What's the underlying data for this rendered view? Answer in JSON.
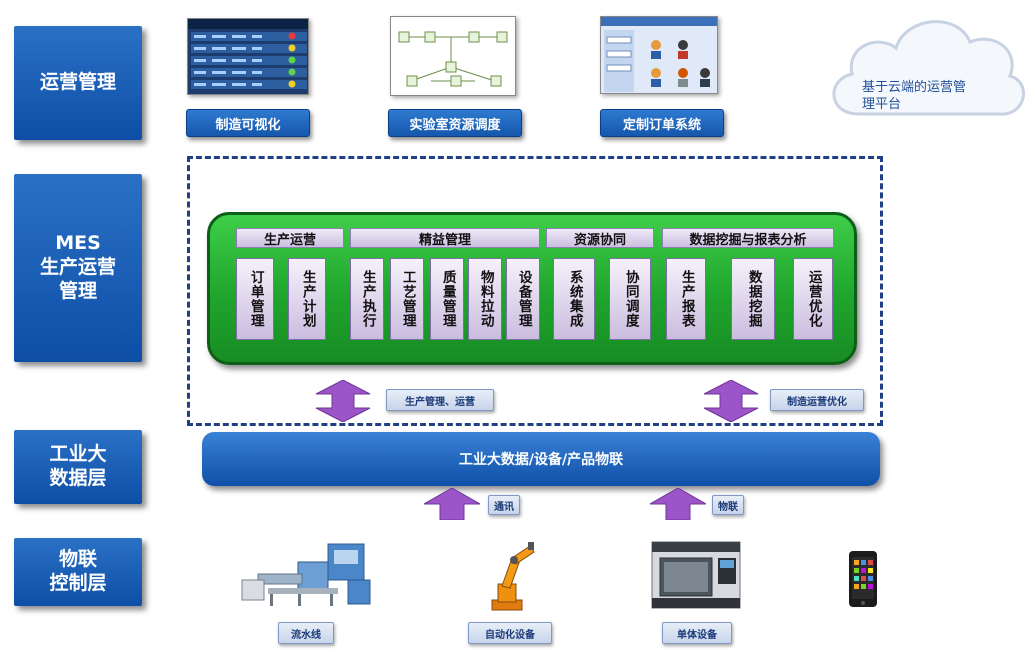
{
  "layers": {
    "ops": "运营管理",
    "mes": "MES\n生产运营\n管理",
    "bigdata": "工业大\n数据层",
    "iot": "物联\n控制层"
  },
  "apps": [
    "制造可视化",
    "实验室资源调度",
    "定制订单系统"
  ],
  "cloud": "基于云端的运营管\n理平台",
  "mes": {
    "categories": [
      "生产运营",
      "精益管理",
      "资源协同",
      "数据挖掘与报表分析"
    ],
    "items": [
      "订单管理",
      "生产计划",
      "生产执行",
      "工艺管理",
      "质量管理",
      "物料拉动",
      "设备管理",
      "系统集成",
      "协同调度",
      "生产报表",
      "数据挖掘",
      "运营优化"
    ]
  },
  "arrow_labels": {
    "left": "生产管理、运营",
    "right": "制造运营优化",
    "comm": "通讯",
    "iot": "物联"
  },
  "bigdata_bar": "工业大数据/设备/产品物联",
  "devices": [
    "流水线",
    "自动化设备",
    "单体设备"
  ],
  "colors": {
    "layer_blue": "#1558b0",
    "green": "#22a830",
    "purple_arrow": "#9b55c8",
    "dash": "#1f3f87"
  }
}
